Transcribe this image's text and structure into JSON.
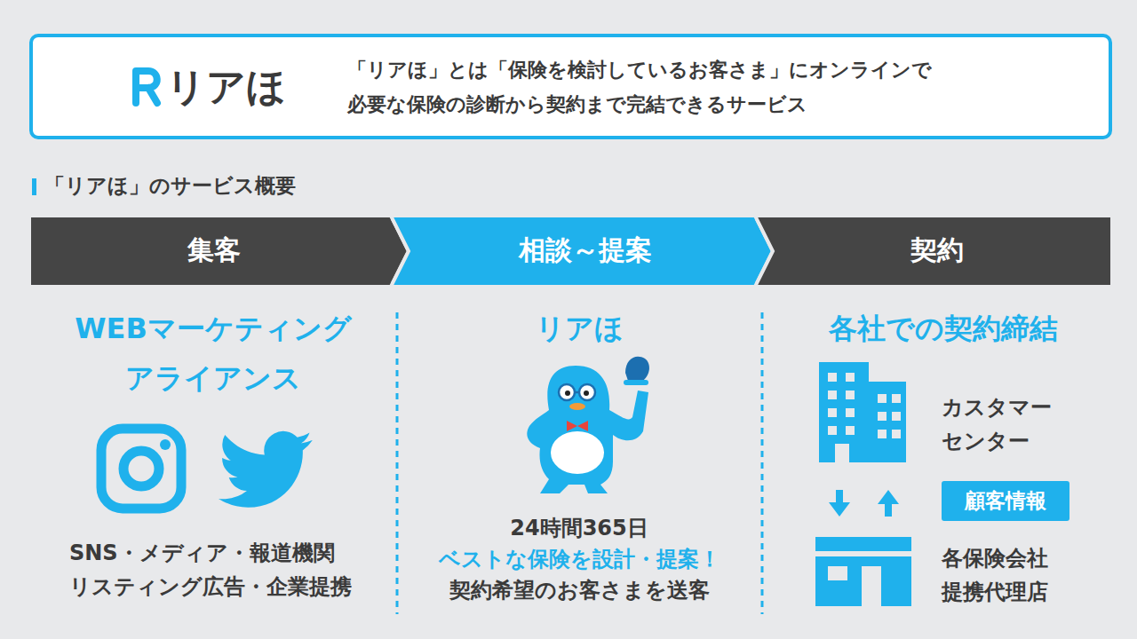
{
  "diagram": {
    "title": "「リアほ」のサービス概要",
    "nodes": [
      {
        "text": [
          "リアほ",
          "「リアほ」とは「保険を検討しているお客さま」にオンラインで 必要な保険の診断から契約まで完結できるサービス"
        ]
      },
      {
        "text": [
          "集客"
        ]
      },
      {
        "text": [
          "相談～提案"
        ]
      },
      {
        "text": [
          "契約"
        ]
      },
      {
        "text": [
          "顧客情報"
        ]
      }
    ],
    "labels": [
      "WEBマーケティング",
      "アライアンス",
      "SNS・メディア・報道機関 リスティング広告・企業提携",
      "リアほ",
      "24時間365日",
      "ベストな保険を設計・提案！",
      "契約希望のお客さまを送客",
      "各社での契約締結",
      "カスタマー センター",
      "各保険会社 提携代理店"
    ]
  }
}
